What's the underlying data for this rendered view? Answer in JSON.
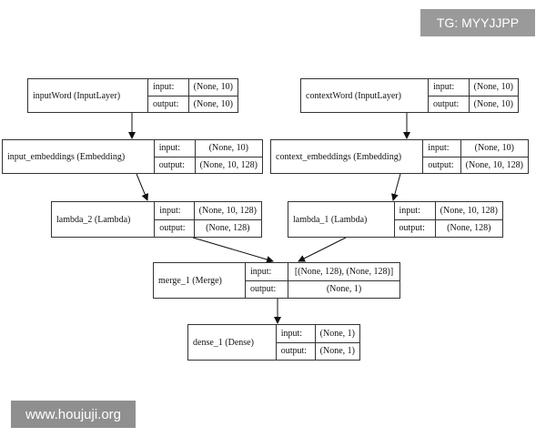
{
  "watermarks": {
    "top": "TG: MYYJJPP",
    "bottom": "www.houjuji.org"
  },
  "nodes": [
    {
      "id": "inputWord",
      "name": "inputWord (InputLayer)",
      "input_label": "input:",
      "output_label": "output:",
      "input": "(None, 10)",
      "output": "(None, 10)"
    },
    {
      "id": "contextWord",
      "name": "contextWord (InputLayer)",
      "input_label": "input:",
      "output_label": "output:",
      "input": "(None, 10)",
      "output": "(None, 10)"
    },
    {
      "id": "input_embeddings",
      "name": "input_embeddings (Embedding)",
      "input_label": "input:",
      "output_label": "output:",
      "input": "(None, 10)",
      "output": "(None, 10, 128)"
    },
    {
      "id": "context_embeddings",
      "name": "context_embeddings (Embedding)",
      "input_label": "input:",
      "output_label": "output:",
      "input": "(None, 10)",
      "output": "(None, 10, 128)"
    },
    {
      "id": "lambda_2",
      "name": "lambda_2 (Lambda)",
      "input_label": "input:",
      "output_label": "output:",
      "input": "(None, 10, 128)",
      "output": "(None, 128)"
    },
    {
      "id": "lambda_1",
      "name": "lambda_1 (Lambda)",
      "input_label": "input:",
      "output_label": "output:",
      "input": "(None, 10, 128)",
      "output": "(None, 128)"
    },
    {
      "id": "merge_1",
      "name": "merge_1 (Merge)",
      "input_label": "input:",
      "output_label": "output:",
      "input": "[(None, 128), (None, 128)]",
      "output": "(None, 1)"
    },
    {
      "id": "dense_1",
      "name": "dense_1 (Dense)",
      "input_label": "input:",
      "output_label": "output:",
      "input": "(None, 1)",
      "output": "(None, 1)"
    }
  ],
  "edges": [
    {
      "from": "inputWord",
      "to": "input_embeddings"
    },
    {
      "from": "contextWord",
      "to": "context_embeddings"
    },
    {
      "from": "input_embeddings",
      "to": "lambda_2"
    },
    {
      "from": "context_embeddings",
      "to": "lambda_1"
    },
    {
      "from": "lambda_2",
      "to": "merge_1"
    },
    {
      "from": "lambda_1",
      "to": "merge_1"
    },
    {
      "from": "merge_1",
      "to": "dense_1"
    }
  ]
}
